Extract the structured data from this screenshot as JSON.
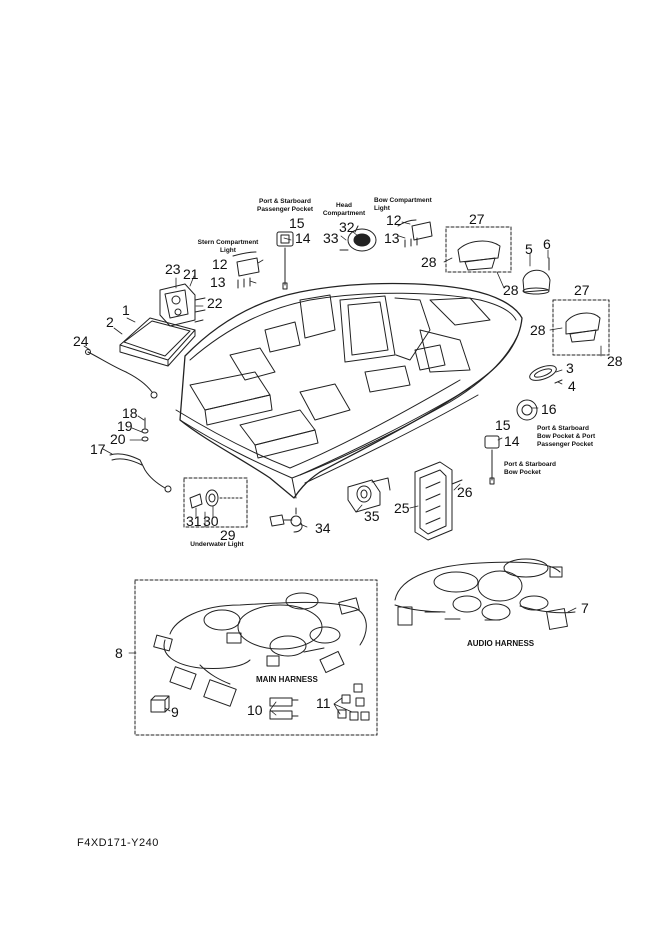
{
  "diagram_code": "F4XD171-Y240",
  "callouts": {
    "c1": "1",
    "c2": "2",
    "c3": "3",
    "c4": "4",
    "c5": "5",
    "c6": "6",
    "c7": "7",
    "c8": "8",
    "c9": "9",
    "c10": "10",
    "c11": "11",
    "c12a": "12",
    "c12b": "12",
    "c13a": "13",
    "c13b": "13",
    "c14a": "14",
    "c14b": "14",
    "c15a": "15",
    "c15b": "15",
    "c16": "16",
    "c17": "17",
    "c18": "18",
    "c19": "19",
    "c20": "20",
    "c21": "21",
    "c22": "22",
    "c23": "23",
    "c24": "24",
    "c25": "25",
    "c26": "26",
    "c27a": "27",
    "c27b": "27",
    "c28a": "28",
    "c28b": "28",
    "c28c": "28",
    "c28d": "28",
    "c29": "29",
    "c30": "30",
    "c31": "31",
    "c32": "32",
    "c33": "33",
    "c34": "34",
    "c35": "35"
  },
  "captions": {
    "stern_compartment": "Stern Compartment\nLight",
    "port_starboard_passenger_pocket": "Port & Starboard\nPassenger Pocket",
    "head_compartment": "Head\nCompartment",
    "bow_compartment": "Bow Compartment\nLight",
    "bow_pocket_port_passenger": "Port & Starboard\nBow Pocket & Port\nPassenger Pocket",
    "bow_pocket": "Port & Starboard\nBow Pocket",
    "underwater_light": "Underwater Light",
    "main_harness": "MAIN HARNESS",
    "audio_harness": "AUDIO HARNESS"
  }
}
